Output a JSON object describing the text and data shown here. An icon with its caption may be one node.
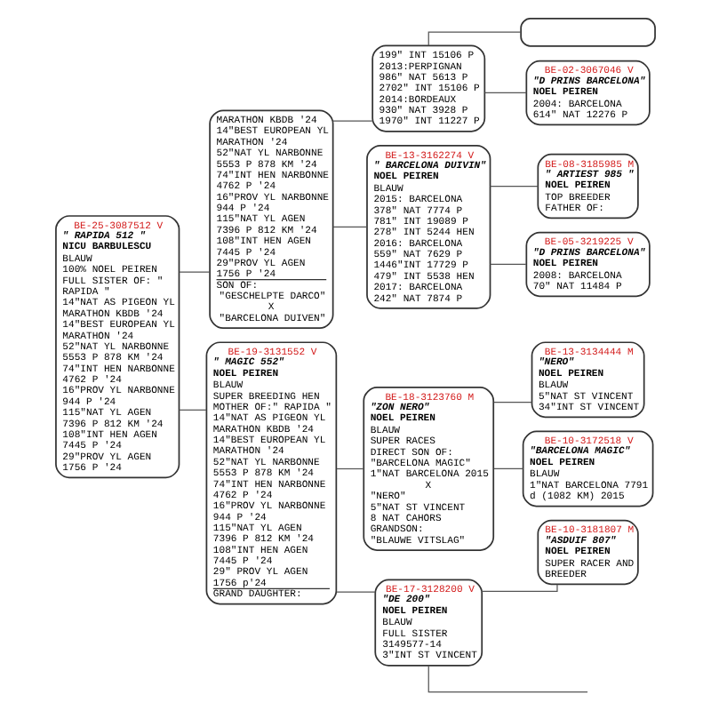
{
  "diagram": {
    "nodes": [
      {
        "text": [
          "BE-25-3087512 V",
          "\" RAPIDA 512 \"",
          "NICU BARBULESCU",
          "BLAUW",
          "100% NOEL PEIREN",
          "FULL SISTER OF: \" RAPIDA \"",
          "14\"NAT AS PIGEON YL MARATHON KBDB '24",
          "14\"BEST EUROPEAN YL MARATHON '24",
          "52\"NAT YL NARBONNE 5553 P 878 KM '24",
          "74\"INT HEN NARBONNE 4762 P '24",
          "16\"PROV YL NARBONNE 944 P '24",
          "115\"NAT YL AGEN 7396 P 812 KM '24",
          "108\"INT HEN AGEN 7445 P '24",
          "29\"PROV YL AGEN 1756 P '24"
        ]
      },
      {
        "text": [
          "MARATHON KBDB '24",
          "14\"BEST EUROPEAN YL MARATHON '24",
          "52\"NAT YL NARBONNE 5553 P 878 KM '24",
          "74\"INT HEN NARBONNE 4762 P '24",
          "16\"PROV YL NARBONNE 944 P '24",
          "115\"NAT YL AGEN 7396 P 812 KM '24",
          "108\"INT HEN AGEN 7445 P '24",
          "29\"PROV YL AGEN 1756 P '24",
          "SON OF:",
          "\"GESCHELPTE DARCO\"",
          "X",
          "\"BARCELONA DUIVEN\""
        ]
      },
      {
        "text": [
          "BE-19-3131552 V",
          "\" MAGIC 552\"",
          "NOEL PEIREN",
          "BLAUW",
          "SUPER BREEDING HEN",
          "MOTHER OF:\" RAPIDA \"",
          "14\"NAT AS PIGEON YL MARATHON KBDB '24",
          "14\"BEST EUROPEAN YL MARATHON '24",
          "52\"NAT YL NARBONNE 5553 P 878 KM '24",
          "74\"INT HEN NARBONNE 4762 P '24",
          "16\"PROV YL NARBONNE 944 P '24",
          "115\"NAT YL AGEN 7396 P 812 KM '24",
          "108\"INT HEN AGEN 7445 P '24",
          "29\" PROV YL AGEN 1756 p'24",
          "GRAND DAUGHTER:"
        ]
      },
      {
        "text": [
          "199\" INT 15106 P",
          "2013:PERPIGNAN",
          "986\" NAT 5613 P",
          "2702\" INT 15106 P",
          "2014:BORDEAUX",
          "930\" NAT 3928 P",
          "1970\" INT 11227 P"
        ]
      },
      {
        "text": [
          "BE-13-3162274 V",
          "\" BARCELONA DUIVIN\"",
          "NOEL PEIREN",
          "BLAUW",
          "2015: BARCELONA",
          "378\" NAT 7774 P",
          "781\" INT 19089 P",
          "278\" INT 5244 HEN",
          "2016: BARCELONA",
          "559\" NAT 7629 P",
          "1446\"INT 17729 P",
          "479\" INT 5538 HEN",
          "2017: BARCELONA",
          "242\" NAT 7874 P"
        ]
      },
      {
        "text": [
          "BE-18-3123760 M",
          "\"ZON NERO\"",
          "NOEL PEIREN",
          "BLAUW",
          "SUPER RACES",
          "DIRECT SON OF:",
          "\"BARCELONA MAGIC\"",
          "1\"NAT BARCELONA 2015",
          "X",
          "\"NERO\"",
          "5\"NAT ST VINCENT",
          "8 NAT CAHORS",
          "GRANDSON:",
          "\"BLAUWE VITSLAG\""
        ]
      },
      {
        "text": [
          "BE-17-3128200 V",
          "\"DE 200\"",
          "NOEL PEIREN",
          "BLAUW",
          "FULL SISTER",
          "3149577-14",
          "3\"INT ST VINCENT"
        ]
      },
      {
        "text": [],
        "shape": "box"
      },
      {
        "text": [
          "BE-02-3067046 V",
          "\"D PRINS BARCELONA\"",
          "NOEL PEIREN",
          "2004: BARCELONA",
          "614\" NAT 12276 P"
        ]
      },
      {
        "text": [
          "BE-08-3185985 M",
          "\" ARTIEST 985 \"",
          "NOEL PEIREN",
          "TOP BREEDER",
          "FATHER OF:"
        ]
      },
      {
        "text": [
          "BE-05-3219225 V",
          "\"D PRINS BARCELONA\"",
          "NOEL PEIREN",
          "2008: BARCELONA",
          "70\" NAT 11484 P"
        ]
      },
      {
        "text": [
          "BE-13-3134444 M",
          "\"NERO\"",
          "NOEL PEIREN",
          "BLAUW",
          "5\"NAT ST VINCENT",
          "34\"INT ST VINCENT"
        ]
      },
      {
        "text": [
          "BE-10-3172518 V",
          "\"BARCELONA MAGIC\"",
          "NOEL PEIREN",
          "BLAUW",
          "1\"NAT BARCELONA 7791 d (1082 KM) 2015"
        ]
      },
      {
        "text": [
          "BE-10-3181807 M",
          "\"ASDUIF 807\"",
          "NOEL PEIREN",
          "SUPER RACER AND BREEDER"
        ]
      }
    ],
    "edges": [
      {
        "from": 0,
        "to": 1,
        "arrow": "none"
      },
      {
        "from": 0,
        "to": 2,
        "arrow": "none"
      },
      {
        "from": 1,
        "to": 3,
        "arrow": "none"
      },
      {
        "from": 1,
        "to": 4,
        "arrow": "none"
      },
      {
        "from": 2,
        "to": 5,
        "arrow": "none"
      },
      {
        "from": 2,
        "to": 6,
        "arrow": "none"
      },
      {
        "from": 3,
        "to": 7,
        "arrow": "none"
      },
      {
        "from": 3,
        "to": 8,
        "arrow": "none"
      },
      {
        "from": 4,
        "to": 9,
        "arrow": "none"
      },
      {
        "from": 4,
        "to": 10,
        "arrow": "none"
      },
      {
        "from": 5,
        "to": 11,
        "arrow": "none"
      },
      {
        "from": 5,
        "to": 12,
        "arrow": "none"
      },
      {
        "from": 6,
        "to": 13,
        "arrow": "none"
      },
      {
        "from": 6,
        "to": null,
        "arrow": "none"
      }
    ]
  }
}
